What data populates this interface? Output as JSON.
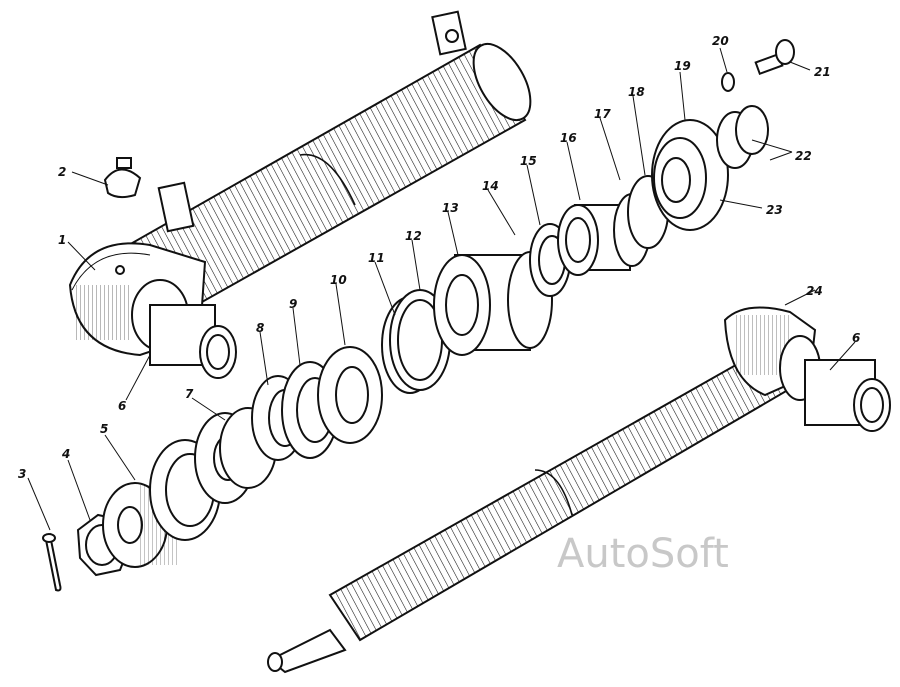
{
  "watermark": "AutoSoft",
  "labels": {
    "n1": "1",
    "n2": "2",
    "n3": "3",
    "n4": "4",
    "n5": "5",
    "n6a": "6",
    "n6b": "6",
    "n7": "7",
    "n8": "8",
    "n9": "9",
    "n10": "10",
    "n11": "11",
    "n12": "12",
    "n13": "13",
    "n14": "14",
    "n15": "15",
    "n16": "16",
    "n17": "17",
    "n18": "18",
    "n19": "19",
    "n20": "20",
    "n21": "21",
    "n22": "22",
    "n23": "23",
    "n24": "24"
  }
}
